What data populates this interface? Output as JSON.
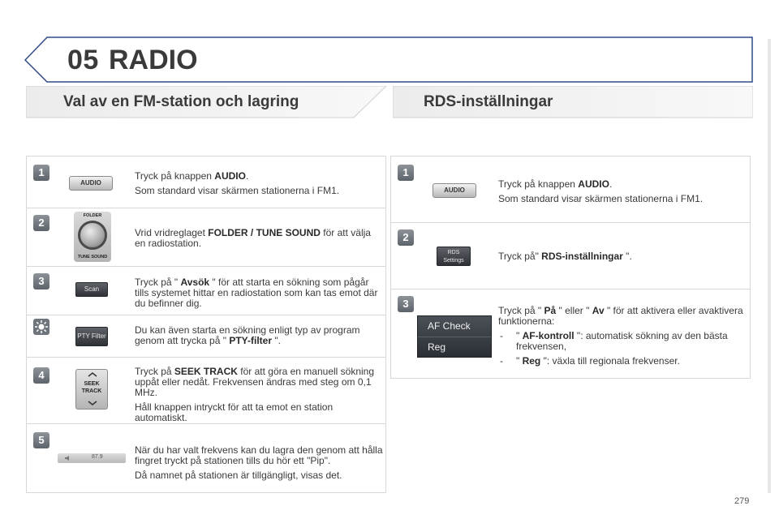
{
  "header": {
    "number": "05",
    "title": "RADIO"
  },
  "left_section": {
    "title": "Val av en FM-station och lagring",
    "steps": [
      {
        "badge": "1",
        "button_label": "AUDIO",
        "text": [
          {
            "pre": "Tryck på knappen ",
            "bold": "AUDIO",
            "post": "."
          },
          {
            "pre": "Som standard visar skärmen stationerna i FM1.",
            "bold": "",
            "post": ""
          }
        ]
      },
      {
        "badge": "2",
        "knob_top": "FOLDER",
        "knob_bottom": "TUNE SOUND",
        "text": [
          {
            "pre": "Vrid vridreglaget ",
            "bold": "FOLDER / TUNE SOUND",
            "post": " för att välja en radiostation."
          }
        ]
      },
      {
        "badge": "3",
        "button_label": "Scan",
        "text": [
          {
            "pre": "Tryck på \" ",
            "bold": "Avsök",
            "post": " \" för att starta en sökning som pågår tills systemet hittar en radiostation som kan tas emot där du befinner dig."
          }
        ]
      },
      {
        "badge": "sun",
        "button_label": "PTY Filter",
        "text": [
          {
            "pre": "Du kan även starta en sökning enligt typ av program genom att trycka på \" ",
            "bold": "PTY-filter",
            "post": " \"."
          }
        ]
      },
      {
        "badge": "4",
        "button_top": "SEEK",
        "button_bottom": "TRACK",
        "text": [
          {
            "pre": "Tryck på ",
            "bold": "SEEK TRACK",
            "post": " för att göra en manuell sökning uppåt eller nedåt. Frekvensen ändras med steg om 0,1 MHz."
          },
          {
            "pre": "Håll knappen intryckt för att ta emot en station automatiskt.",
            "bold": "",
            "post": ""
          }
        ]
      },
      {
        "badge": "5",
        "preset_value": "87.9",
        "text": [
          {
            "pre": "När du har valt frekvens kan du lagra den genom att hålla fingret tryckt på stationen tills du hör ett \"Pip\".",
            "bold": "",
            "post": ""
          },
          {
            "pre": "Då namnet på stationen är tillgängligt, visas det.",
            "bold": "",
            "post": ""
          }
        ]
      }
    ]
  },
  "right_section": {
    "title": "RDS-inställningar",
    "steps": [
      {
        "badge": "1",
        "button_label": "AUDIO",
        "text": [
          {
            "pre": "Tryck på knappen ",
            "bold": "AUDIO",
            "post": "."
          },
          {
            "pre": "Som standard visar skärmen stationerna i FM1.",
            "bold": "",
            "post": ""
          }
        ]
      },
      {
        "badge": "2",
        "button_line1": "RDS",
        "button_line2": "Settings",
        "text": [
          {
            "pre": "Tryck på\" ",
            "bold": "RDS-inställningar",
            "post": " \"."
          }
        ]
      },
      {
        "badge": "3",
        "option1": "AF Check",
        "option2": "Reg",
        "intro": {
          "pre": "Tryck på \" ",
          "bold1": "På",
          "mid": " \" eller \" ",
          "bold2": "Av",
          "post": " \" för att aktivera eller avaktivera funktionerna:"
        },
        "bullets": [
          {
            "dash": "-",
            "pre": "\" ",
            "bold": "AF-kontroll",
            "post": " \": automatisk sökning av den bästa frekvensen,"
          },
          {
            "dash": "-",
            "pre": "\" ",
            "bold": "Reg",
            "post": " \": växla till regionala frekvenser."
          }
        ]
      }
    ]
  },
  "page_number": "279",
  "colors": {
    "frame": "#2f4b8a",
    "text": "#3a3a3a",
    "divider": "#d8d8d8"
  }
}
